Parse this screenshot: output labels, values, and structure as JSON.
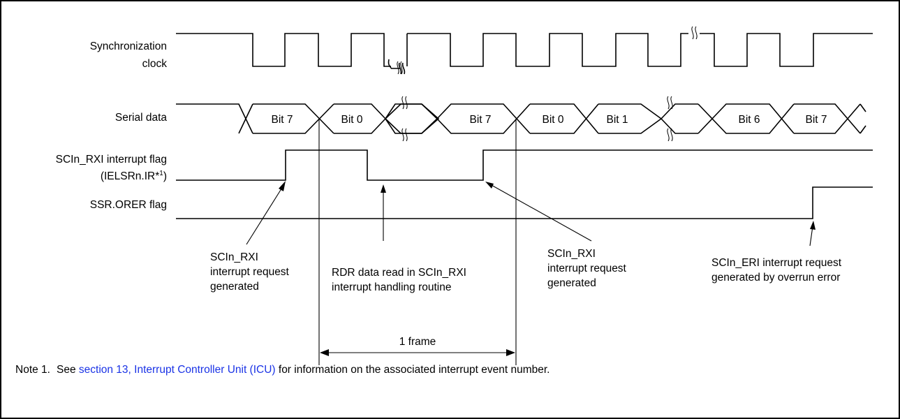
{
  "signals": {
    "sync_clock_line1": "Synchronization",
    "sync_clock_line2": "clock",
    "serial_data": "Serial data",
    "rxi_flag_line1": "SCIn_RXI interrupt flag",
    "rxi_flag_line2_pre": "(IELSRn.IR*",
    "rxi_flag_line2_sup": "1",
    "rxi_flag_line2_post": ")",
    "orer_flag": "SSR.ORER flag"
  },
  "bits": [
    "Bit 7",
    "Bit 0",
    "Bit 7",
    "Bit 0",
    "Bit 1",
    "Bit 6",
    "Bit 7"
  ],
  "annotations": {
    "rxi_generated_1": [
      "SCIn_RXI",
      "interrupt request",
      "generated"
    ],
    "rdr_read": [
      "RDR data read in SCIn_RXI",
      "interrupt handling routine"
    ],
    "rxi_generated_2": [
      "SCIn_RXI",
      "interrupt request",
      "generated"
    ],
    "eri_generated": [
      "SCIn_ERI interrupt request",
      "generated by overrun error"
    ],
    "frame": "1 frame"
  },
  "note": {
    "number": "Note 1.",
    "prefix": "See ",
    "link_text": "section 13, Interrupt Controller Unit (ICU)",
    "suffix": " for information on the associated interrupt event number."
  },
  "colors": {
    "link": "#1a33e6",
    "line": "#000000"
  }
}
